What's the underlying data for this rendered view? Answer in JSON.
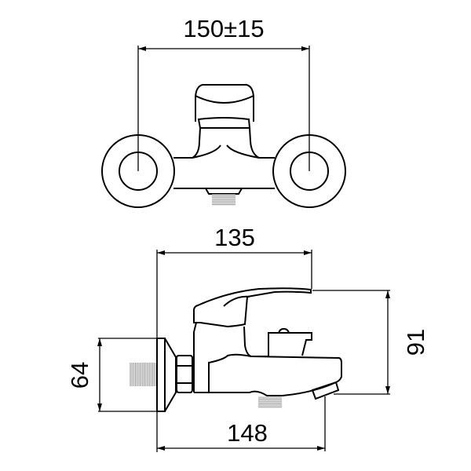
{
  "drawing": {
    "top_view": {
      "spacing_label": "150±15",
      "spacing_value": 150,
      "tolerance": 15
    },
    "side_view": {
      "projection_label": "135",
      "height_label": "91",
      "plate_diameter_label": "64",
      "overall_length_label": "148"
    },
    "colors": {
      "line": "#000000",
      "thread": "#888888",
      "background": "#ffffff"
    }
  }
}
